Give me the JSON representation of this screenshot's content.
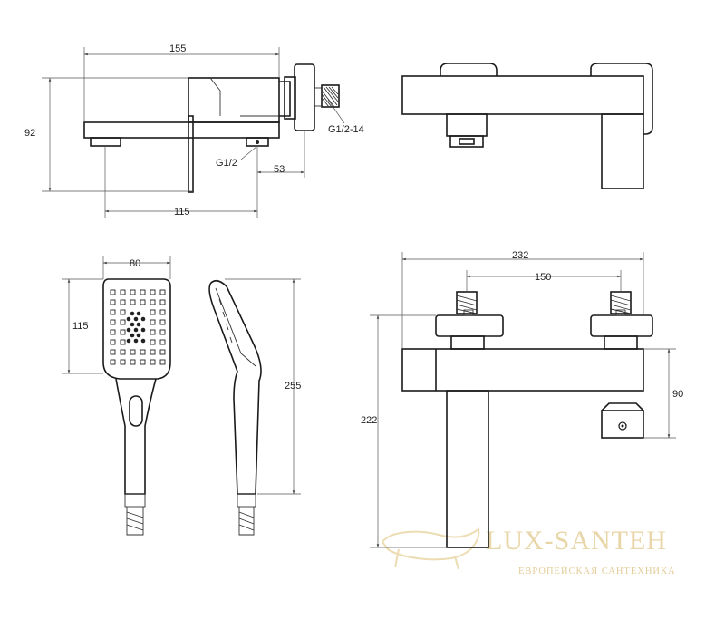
{
  "colors": {
    "line": "#1a1a1a",
    "dimension": "#555555",
    "watermark": "#e9d6a8"
  },
  "views": {
    "side_view": {
      "dims": {
        "width": "155",
        "height": "92",
        "spout_offset": "115",
        "inlet_offset": "53"
      },
      "labels": {
        "thread_a": "G1/2",
        "thread_b": "G1/2-14"
      }
    },
    "hand_shower": {
      "dims": {
        "head_width": "80",
        "head_height": "115",
        "total_length": "255"
      }
    },
    "front_view": {
      "dims": {
        "total_width": "232",
        "centers": "150",
        "total_height": "222",
        "body_height": "90"
      }
    }
  },
  "watermark": {
    "brand": "LUX-SANTEH",
    "tagline": "ЕВРОПЕЙСКАЯ САНТЕХНИКА"
  }
}
